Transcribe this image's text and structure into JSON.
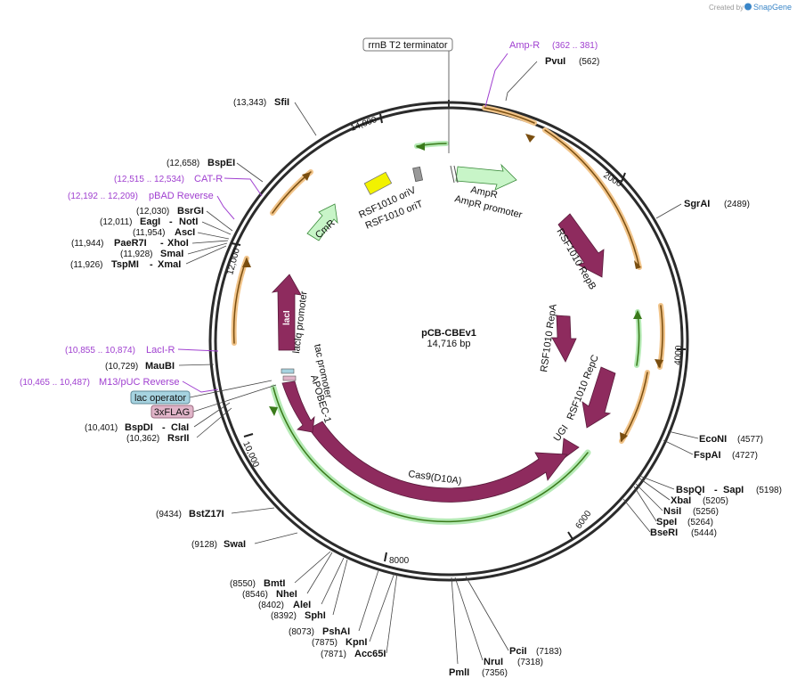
{
  "branding": {
    "created_by": "Created by",
    "product": "SnapGene"
  },
  "center": {
    "name": "pCB-CBEv1",
    "length": "14,716 bp"
  },
  "ticks": [
    "2000",
    "4000",
    "6000",
    "8000",
    "10,000",
    "12,000",
    "14,000"
  ],
  "sites": {
    "pvui": {
      "name": "PvuI",
      "pos": "(562)"
    },
    "sgrai": {
      "name": "SgrAI",
      "pos": "(2489)"
    },
    "econi": {
      "name": "EcoNI",
      "pos": "(4577)"
    },
    "fspai": {
      "name": "FspAI",
      "pos": "(4727)"
    },
    "bspqi": {
      "name": "BspQI",
      "sep": "-",
      "name2": "SapI",
      "pos": "(5198)"
    },
    "xbai": {
      "name": "XbaI",
      "pos": "(5205)"
    },
    "nsii": {
      "name": "NsiI",
      "pos": "(5256)"
    },
    "spei": {
      "name": "SpeI",
      "pos": "(5264)"
    },
    "bseri": {
      "name": "BseRI",
      "pos": "(5444)"
    },
    "pcii": {
      "name": "PciI",
      "pos": "(7183)"
    },
    "nrui": {
      "name": "NruI",
      "pos": "(7318)"
    },
    "pmli": {
      "name": "PmlI",
      "pos": "(7356)"
    },
    "acc65i": {
      "name": "Acc65I",
      "pos": "(7871)"
    },
    "kpni": {
      "name": "KpnI",
      "pos": "(7875)"
    },
    "pshai": {
      "name": "PshAI",
      "pos": "(8073)"
    },
    "sphi": {
      "name": "SphI",
      "pos": "(8392)"
    },
    "alei": {
      "name": "AleI",
      "pos": "(8402)"
    },
    "nhei": {
      "name": "NheI",
      "pos": "(8546)"
    },
    "bmti": {
      "name": "BmtI",
      "pos": "(8550)"
    },
    "swai": {
      "name": "SwaI",
      "pos": "(9128)"
    },
    "bstz17i": {
      "name": "BstZ17I",
      "pos": "(9434)"
    },
    "rsrii": {
      "name": "RsrII",
      "pos": "(10,362)"
    },
    "bspdi": {
      "name": "BspDI",
      "sep": "-",
      "name2": "ClaI",
      "pos": "(10,401)"
    },
    "maubi": {
      "name": "MauBI",
      "pos": "(10,729)"
    },
    "tspmi": {
      "name": "TspMI",
      "sep": "-",
      "name2": "XmaI",
      "pos": "(11,926)"
    },
    "smai": {
      "name": "SmaI",
      "pos": "(11,928)"
    },
    "paer7i": {
      "name": "PaeR7I",
      "sep": "-",
      "name2": "XhoI",
      "pos": "(11,944)"
    },
    "asci": {
      "name": "AscI",
      "pos": "(11,954)"
    },
    "eagi": {
      "name": "EagI",
      "sep": "-",
      "name2": "NotI",
      "pos": "(12,011)"
    },
    "bsrgi": {
      "name": "BsrGI",
      "pos": "(12,030)"
    },
    "bspei": {
      "name": "BspEI",
      "pos": "(12,658)"
    },
    "sfii": {
      "name": "SfiI",
      "pos": "(13,343)"
    }
  },
  "primers": {
    "ampr": {
      "name": "Amp-R",
      "pos": "(362 .. 381)"
    },
    "catr": {
      "name": "CAT-R",
      "pos": "(12,515 .. 12,534)"
    },
    "pbadrev": {
      "name": "pBAD Reverse",
      "pos": "(12,192 .. 12,209)"
    },
    "lacir": {
      "name": "LacI-R",
      "pos": "(10,855 .. 10,874)"
    },
    "m13rev": {
      "name": "M13/pUC Reverse",
      "pos": "(10,465 .. 10,487)"
    }
  },
  "boxed": {
    "terminator": "rrnB T2 terminator",
    "lac_operator": "lac operator",
    "flag": "3xFLAG"
  },
  "features": {
    "ampr": "AmpR",
    "ampr_promoter": "AmpR promoter",
    "repb": "RSF1010 RepB",
    "repa": "RSF1010 RepA",
    "repc": "RSF1010 RepC",
    "ugi": "UGI",
    "cas9": "Cas9(D10A)",
    "apobec": "APOBEC-1",
    "tac": "tac promoter",
    "laciq": "lacIq promoter",
    "laci": "lacI",
    "cmr": "CmR",
    "oriv": "RSF1010 oriV",
    "orit": "RSF1010 oriT"
  },
  "colors": {
    "cds": "#8e2b5e",
    "marker": "#c8f5c8",
    "ori": "#f2f200",
    "primer": "#a040d0",
    "lac_operator": "#a6d3e0",
    "flag": "#e0b4c8"
  }
}
